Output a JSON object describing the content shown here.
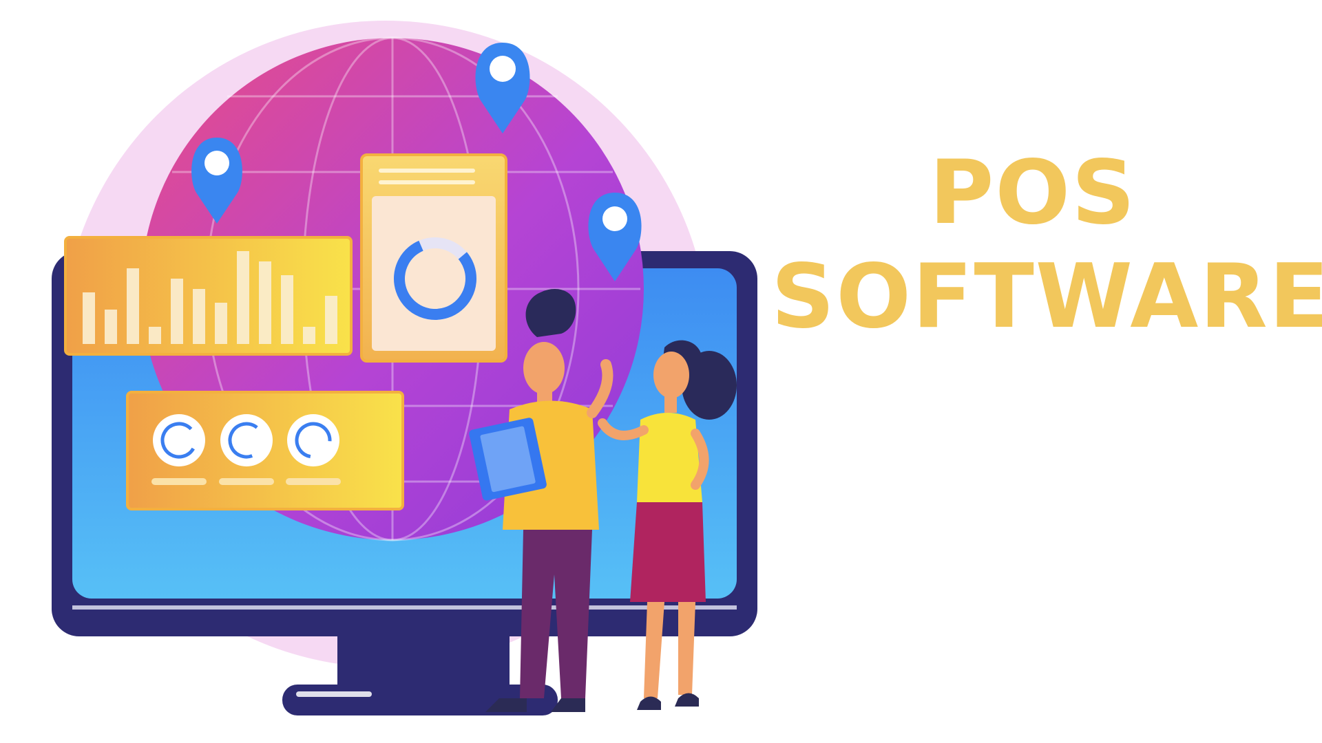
{
  "headline": {
    "line1": "POS",
    "line2": "SOFTWARE"
  },
  "illustration": {
    "subject": "monitor-with-globe-and-analytics",
    "pins": 3,
    "people": 2
  },
  "colors": {
    "headline": "#f2c75c",
    "globe": "#b43bd8",
    "screen": "#4f9ff0",
    "monitor_frame": "#2b2b73",
    "panel": "#f7c04a",
    "pin": "#3a86f0"
  }
}
